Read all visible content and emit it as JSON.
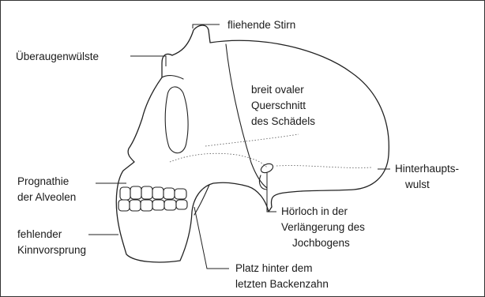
{
  "labels": {
    "forehead": "fliehende Stirn",
    "brow_ridges": "Überaugenwülste",
    "cross_section": [
      "breit ovaler",
      "Querschnitt",
      "des Schädels"
    ],
    "prognathism": [
      "Prognathie",
      "der Alveolen"
    ],
    "occipital": [
      "Hinterhaupts-",
      "wulst"
    ],
    "chin": [
      "fehlender",
      "Kinnvorsprung"
    ],
    "ear_hole": [
      "Hörloch in der",
      "Verlängerung des",
      "Jochbogens"
    ],
    "molar_space": [
      "Platz hinter dem",
      "letzten Backenzahn"
    ]
  }
}
